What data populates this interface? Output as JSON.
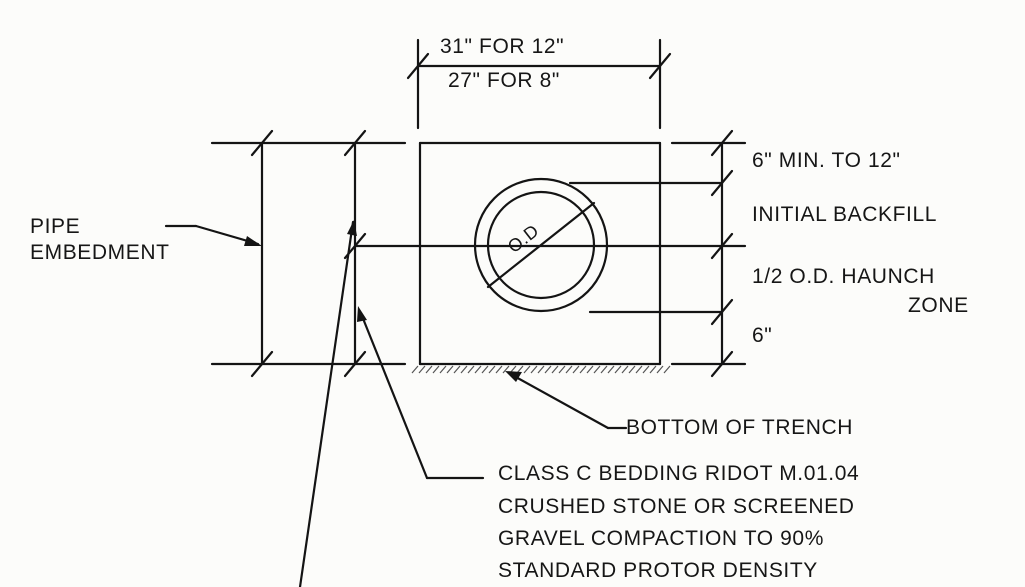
{
  "dimensions": {
    "width_12": "31\" FOR 12\"",
    "width_8": "27\" FOR 8\"",
    "cover": "6\" MIN. TO 12\"",
    "bedding": "6\"",
    "pipe_label": "O.D"
  },
  "labels": {
    "pipe_embedment_1": "PIPE",
    "pipe_embedment_2": "EMBEDMENT",
    "initial_backfill": "INITIAL BACKFILL",
    "haunch_1": "1/2 O.D. HAUNCH",
    "haunch_2": "ZONE",
    "bottom_of_trench": "BOTTOM OF TRENCH"
  },
  "notes": {
    "bedding_lines": [
      "CLASS C BEDDING RIDOT M.01.04",
      "CRUSHED STONE OR SCREENED",
      "GRAVEL COMPACTION TO 90%",
      "STANDARD PROTOR DENSITY"
    ]
  }
}
